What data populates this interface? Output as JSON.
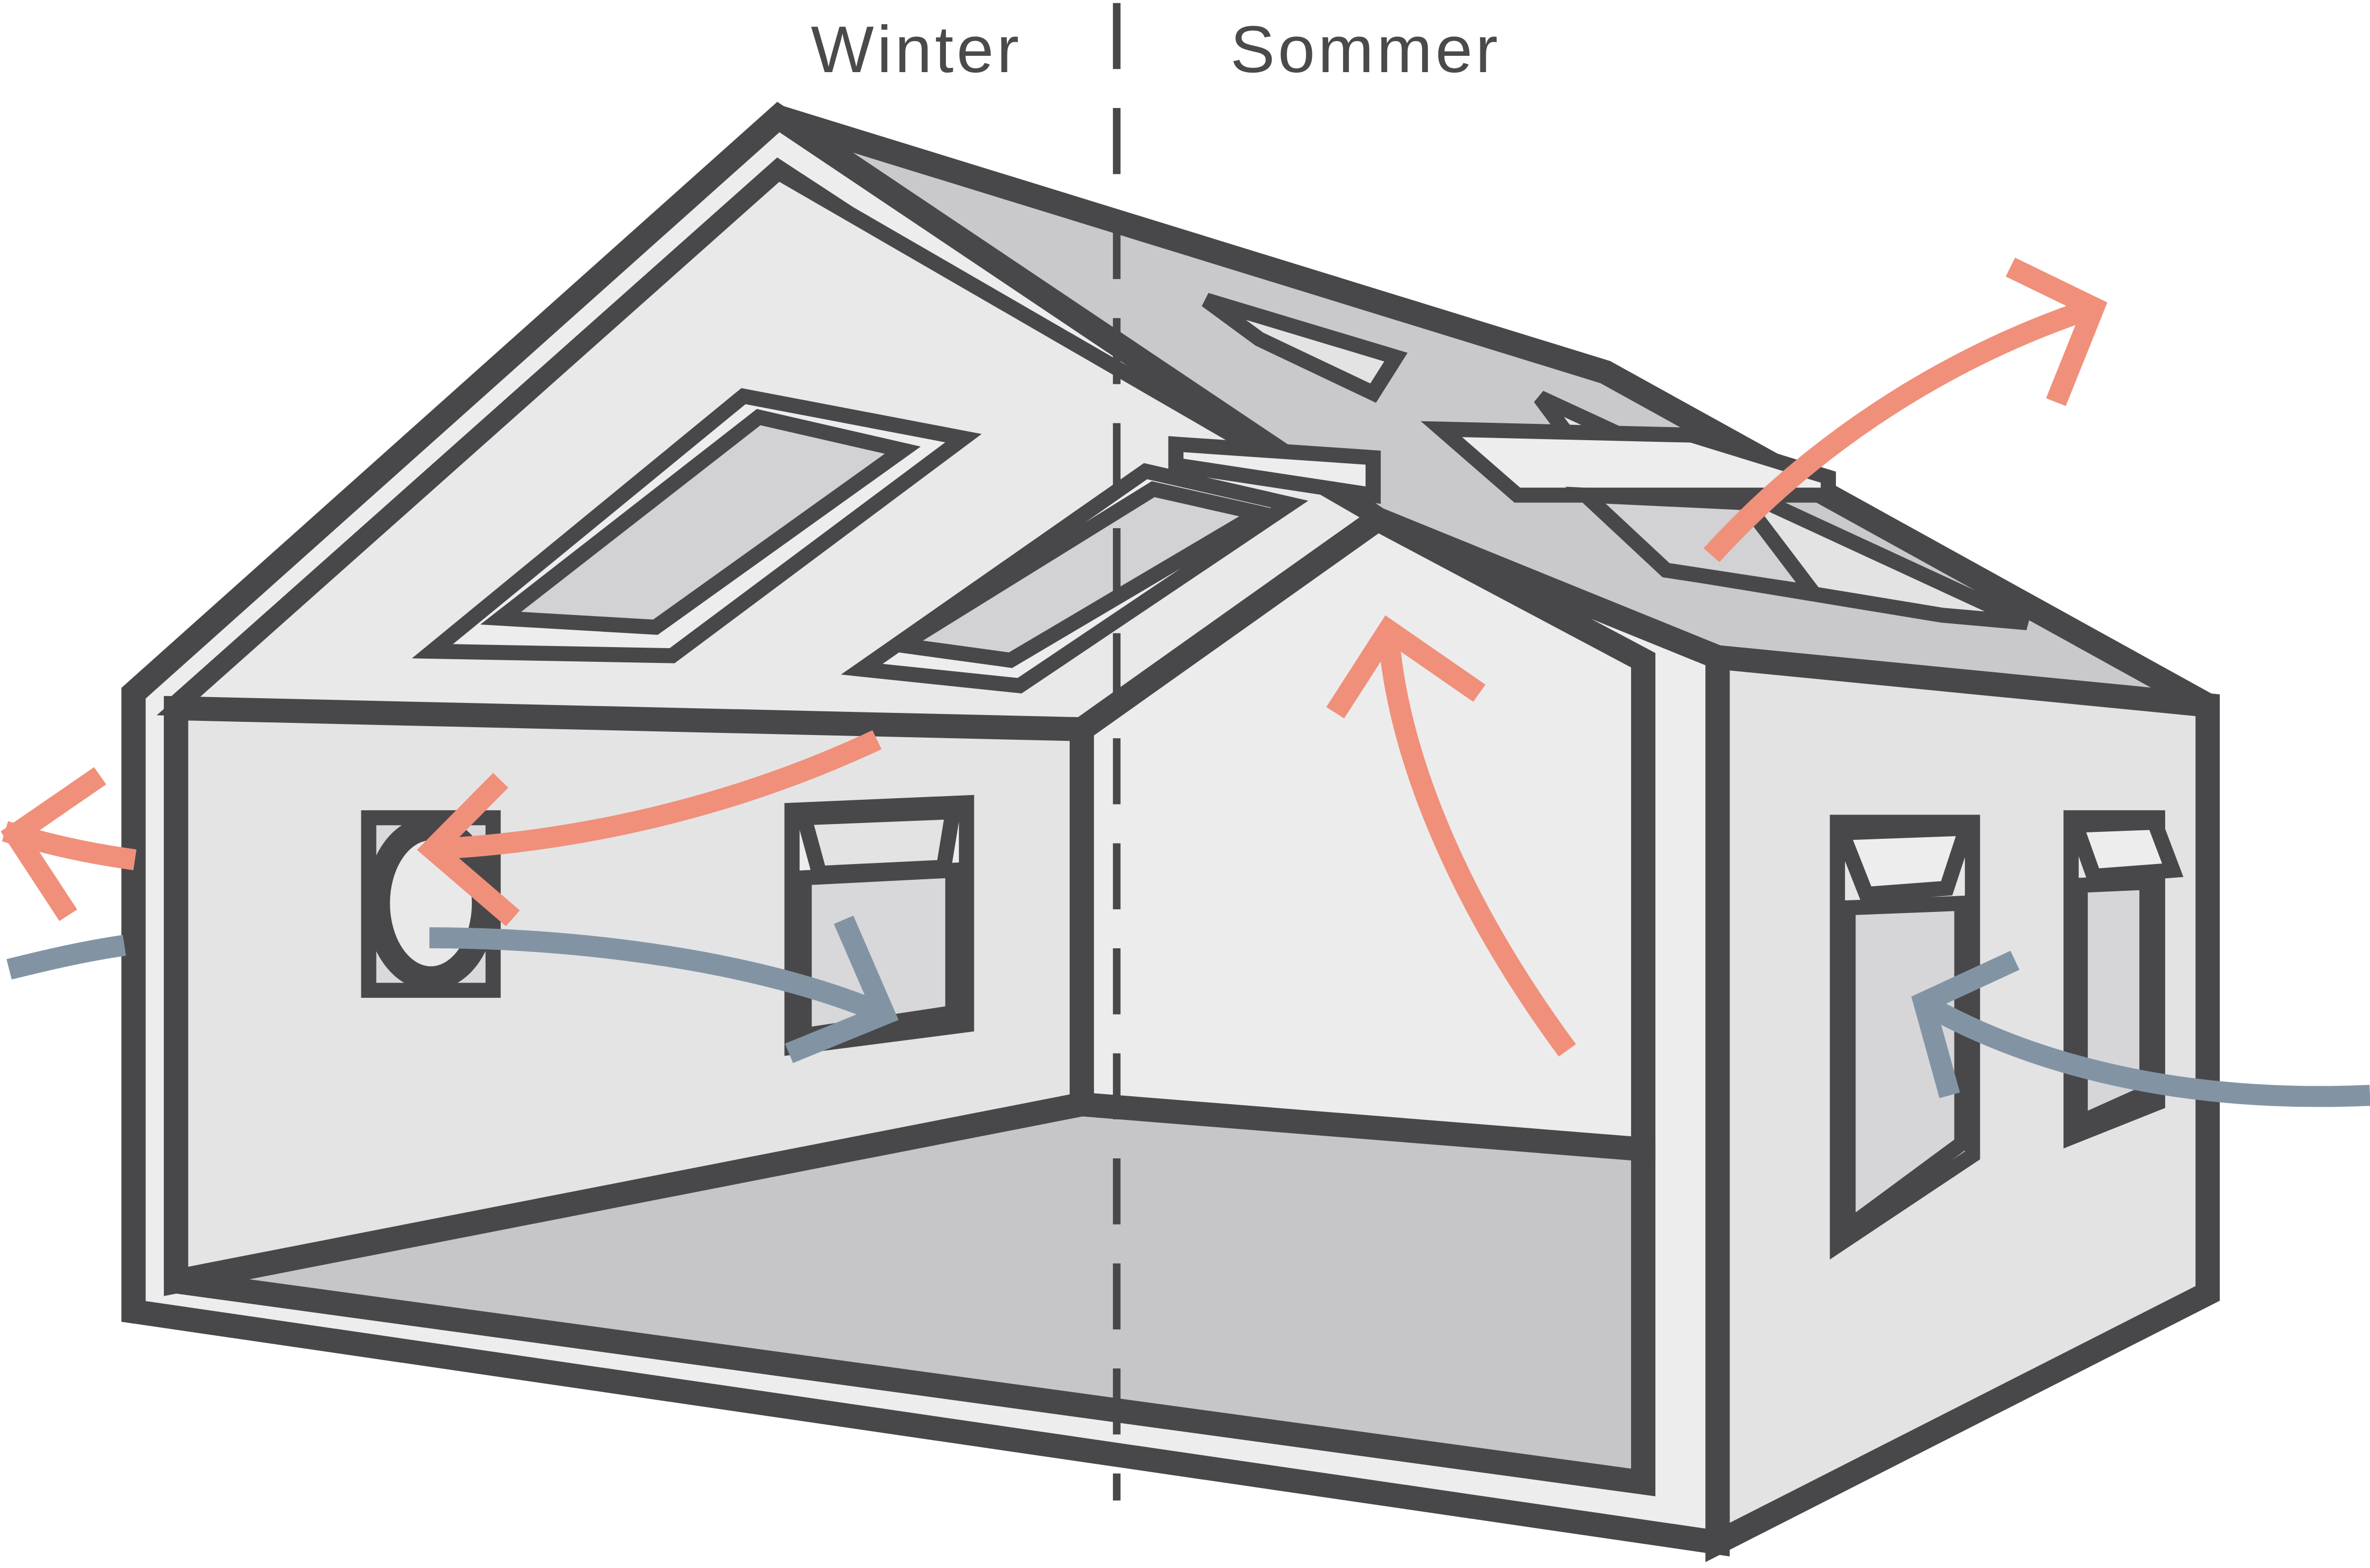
{
  "labels": {
    "winter": "Winter",
    "summer": "Sommer"
  },
  "colors": {
    "warm_air": "#f0907a",
    "cool_air": "#8294a4",
    "wall_light": "#ededee",
    "wall_mid": "#e3e3e4",
    "floor": "#c6c6c8",
    "roof": "#c9c9cb",
    "window_glass": "#d2d2d4",
    "outline": "#48484a"
  },
  "icons": {
    "warm_air_flow": "arrow-warm",
    "cool_air_flow": "arrow-cool",
    "wall_ventilator": "round-vent"
  }
}
